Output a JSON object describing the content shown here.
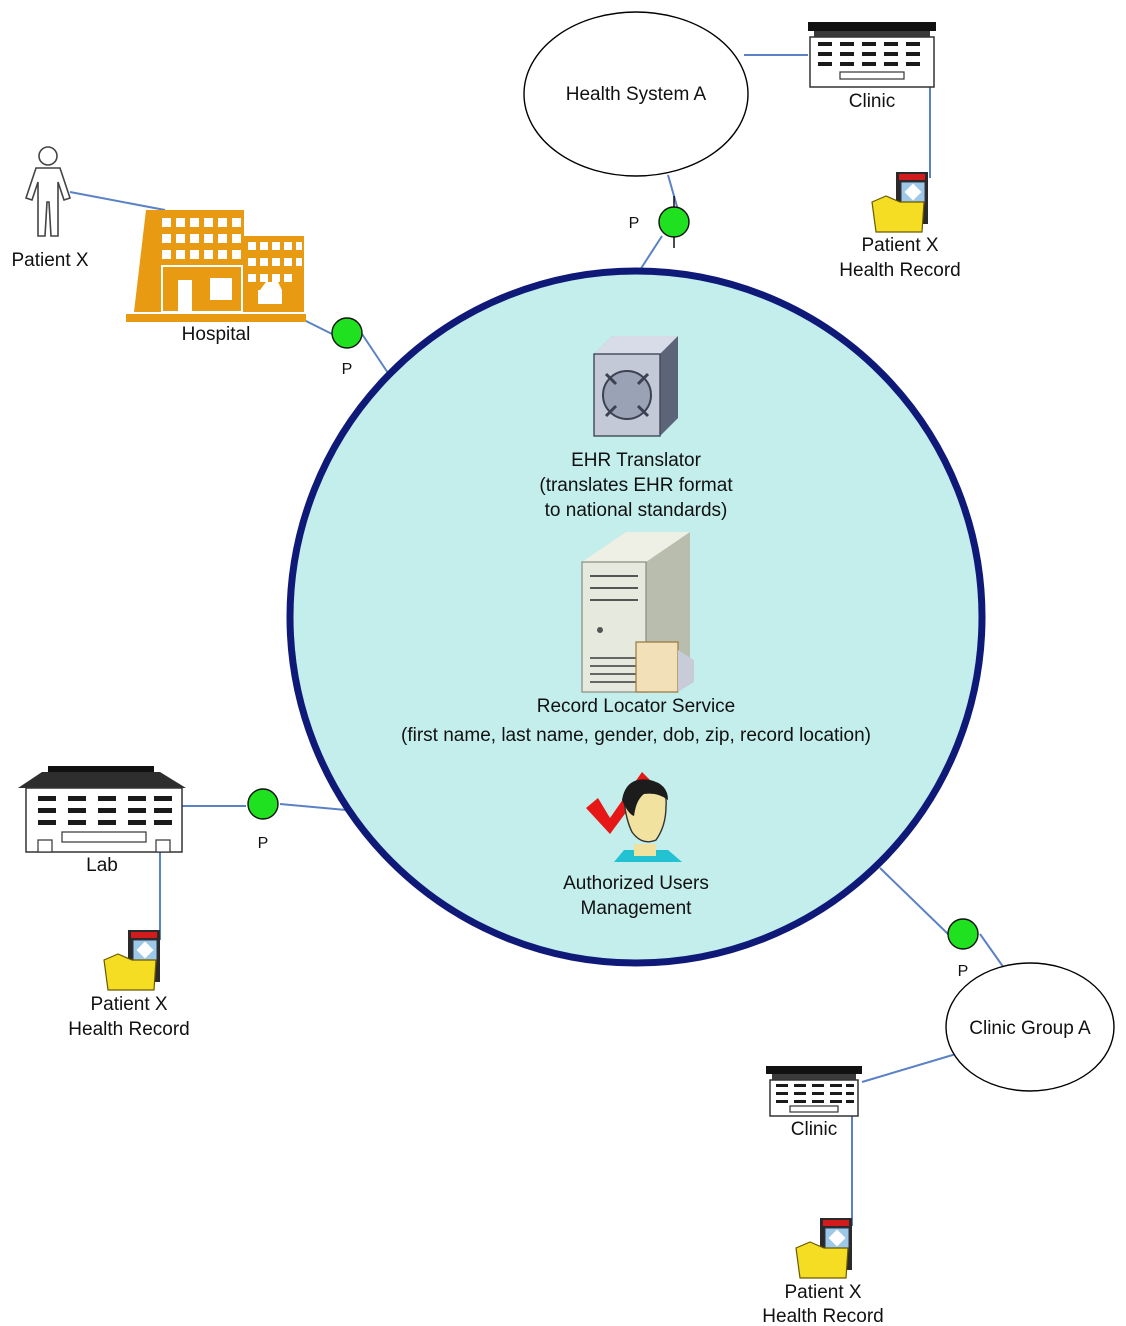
{
  "colors": {
    "hub_fill": "#c3eeec",
    "hub_stroke": "#0f1a78",
    "connector": "#5b82c4",
    "port_fill": "#1fe11f",
    "hospital": "#e89a12",
    "folder": "#f4dd22"
  },
  "health_system_a": {
    "label": "Health System A"
  },
  "clinic_top": {
    "label": "Clinic"
  },
  "record_top": {
    "line1": "Patient X",
    "line2": "Health Record"
  },
  "patient": {
    "label": "Patient X"
  },
  "hospital": {
    "label": "Hospital"
  },
  "hub": {
    "ehr_translator": {
      "line1": "EHR Translator",
      "line2": "(translates EHR format",
      "line3": "to national standards)"
    },
    "record_locator": {
      "line1": "Record Locator Service",
      "line2": "(first name, last name, gender, dob, zip, record location)"
    },
    "authorized_users": {
      "line1": "Authorized Users",
      "line2": "Management"
    }
  },
  "lab": {
    "label": "Lab"
  },
  "record_lab": {
    "line1": "Patient X",
    "line2": "Health Record"
  },
  "clinic_group_a": {
    "label": "Clinic Group A"
  },
  "clinic_bottom": {
    "label": "Clinic"
  },
  "record_bottom": {
    "line1": "Patient X",
    "line2": "Health Record"
  },
  "ports": {
    "top": "P",
    "hospital": "P",
    "lab": "P",
    "clinic_group": "P"
  }
}
